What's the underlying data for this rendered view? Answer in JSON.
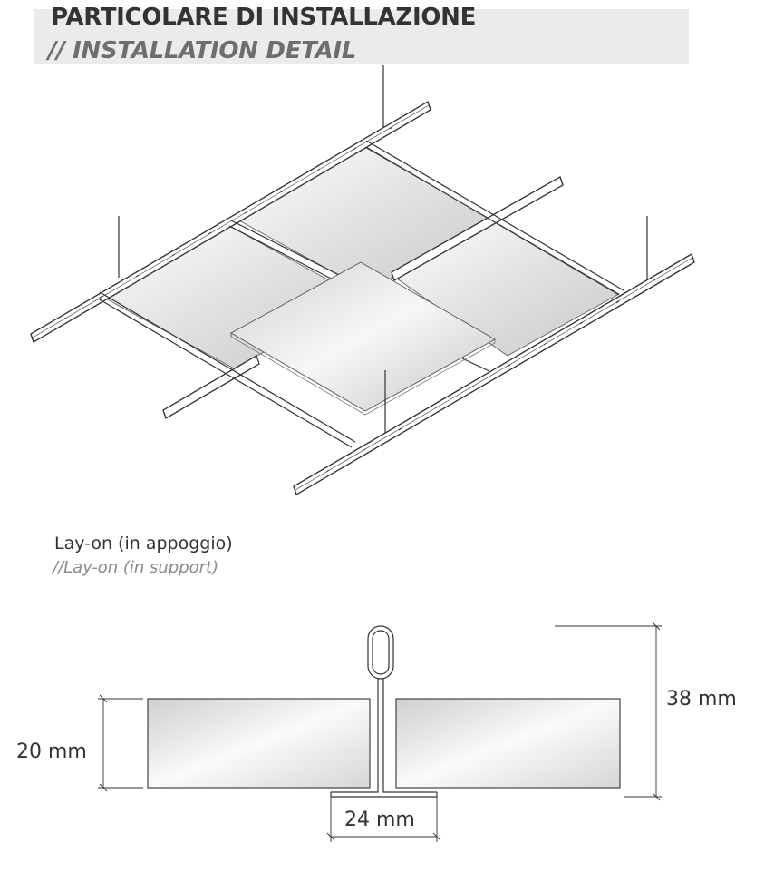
{
  "header": {
    "title_it": "PARTICOLARE DI INSTALLAZIONE",
    "title_en": "// INSTALLATION DETAIL"
  },
  "caption": {
    "label_it": "Lay-on (in appoggio)",
    "label_en": "//Lay-on (in support)"
  },
  "dimensions": {
    "panel_thickness": "20 mm",
    "profile_height": "38 mm",
    "profile_width": "24 mm"
  },
  "colors": {
    "header_band": "#ebebeb",
    "line": "#333333",
    "panel_light": "#ffffff",
    "panel_shade": "#d2d2d2"
  }
}
